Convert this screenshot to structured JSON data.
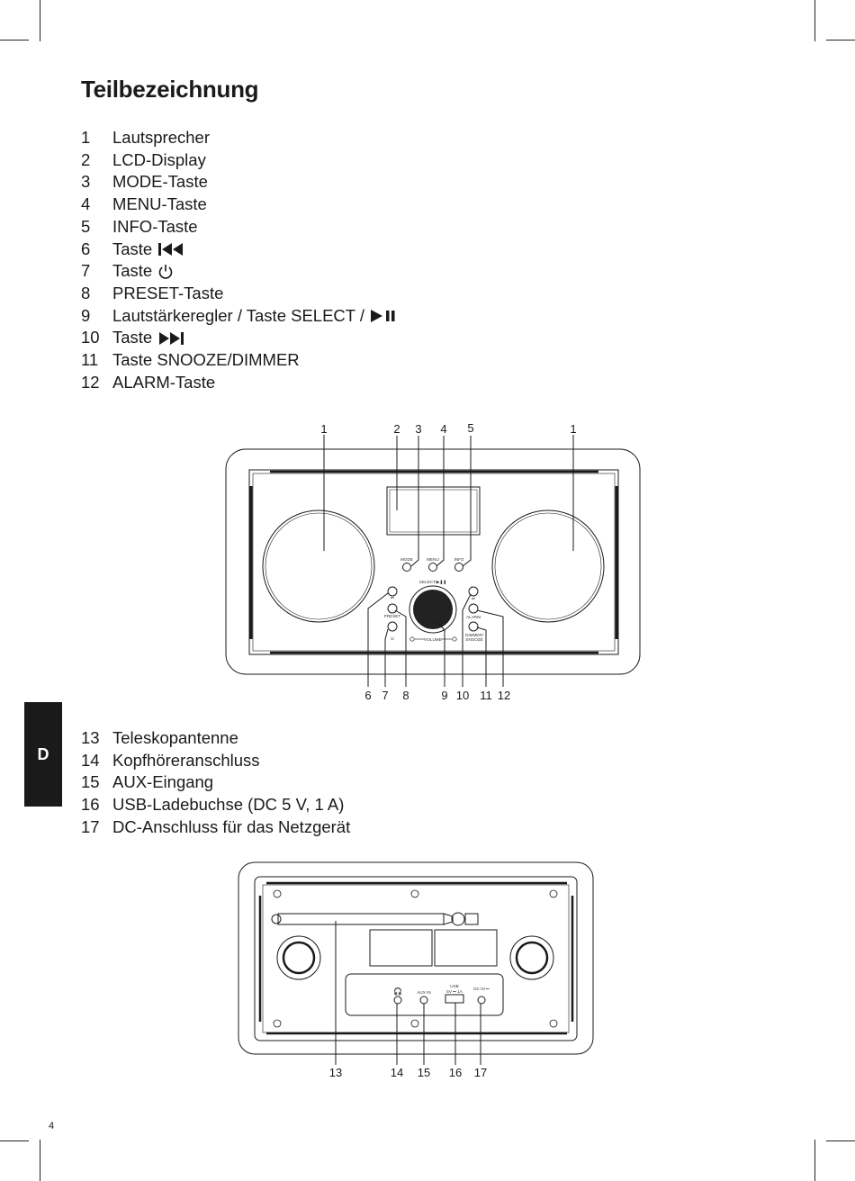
{
  "heading": "Teilbezeichnung",
  "front_parts": [
    {
      "num": "1",
      "text": "Lautsprecher"
    },
    {
      "num": "2",
      "text": "LCD-Display"
    },
    {
      "num": "3",
      "text": "MODE-Taste"
    },
    {
      "num": "4",
      "text": "MENU-Taste"
    },
    {
      "num": "5",
      "text": "INFO-Taste"
    },
    {
      "num": "6",
      "text": "Taste",
      "icon": "prev-track-icon"
    },
    {
      "num": "7",
      "text": "Taste",
      "icon": "power-icon"
    },
    {
      "num": "8",
      "text": "PRESET-Taste"
    },
    {
      "num": "9",
      "text": "Lautstärkeregler / Taste SELECT /",
      "icon": "play-pause-icon"
    },
    {
      "num": "10",
      "text": "Taste",
      "icon": "next-track-icon"
    },
    {
      "num": "11",
      "text": "Taste SNOOZE/DIMMER"
    },
    {
      "num": "12",
      "text": "ALARM-Taste"
    }
  ],
  "rear_parts": [
    {
      "num": "13",
      "text": "Teleskopantenne"
    },
    {
      "num": "14",
      "text": "Kopfhöreranschluss"
    },
    {
      "num": "15",
      "text": "AUX-Eingang"
    },
    {
      "num": "16",
      "text": "USB-Ladebuchse (DC 5 V, 1 A)"
    },
    {
      "num": "17",
      "text": "DC-Anschluss für das Netzgerät"
    }
  ],
  "front_diagram": {
    "callouts": {
      "c1a": "1",
      "c2": "2",
      "c3": "3",
      "c4": "4",
      "c5": "5",
      "c1b": "1",
      "c6": "6",
      "c7": "7",
      "c8": "8",
      "c9": "9",
      "c10": "10",
      "c11": "11",
      "c12": "12"
    },
    "panel_labels": {
      "mode": "MODE",
      "menu": "MENU",
      "info": "INFO",
      "select": "SELECT/▶❚❚",
      "preset": "PRESET",
      "alarm": "ALARM",
      "volume": "VOLUME",
      "dimmer": "DIMMER/",
      "snooze": "SNOOZE"
    }
  },
  "rear_diagram": {
    "callouts": {
      "c13": "13",
      "c14": "14",
      "c15": "15",
      "c16": "16",
      "c17": "17"
    },
    "panel_labels": {
      "aux": "AUX IN",
      "usb": "USB",
      "usb_rating": "5V ⎓ 1A",
      "dc": "DC IN ⎓"
    }
  },
  "side_tab": "D",
  "page_number": "4",
  "colors": {
    "ink": "#1a1a1a",
    "tab_bg": "#1a1a1a",
    "tab_text": "#ffffff"
  }
}
